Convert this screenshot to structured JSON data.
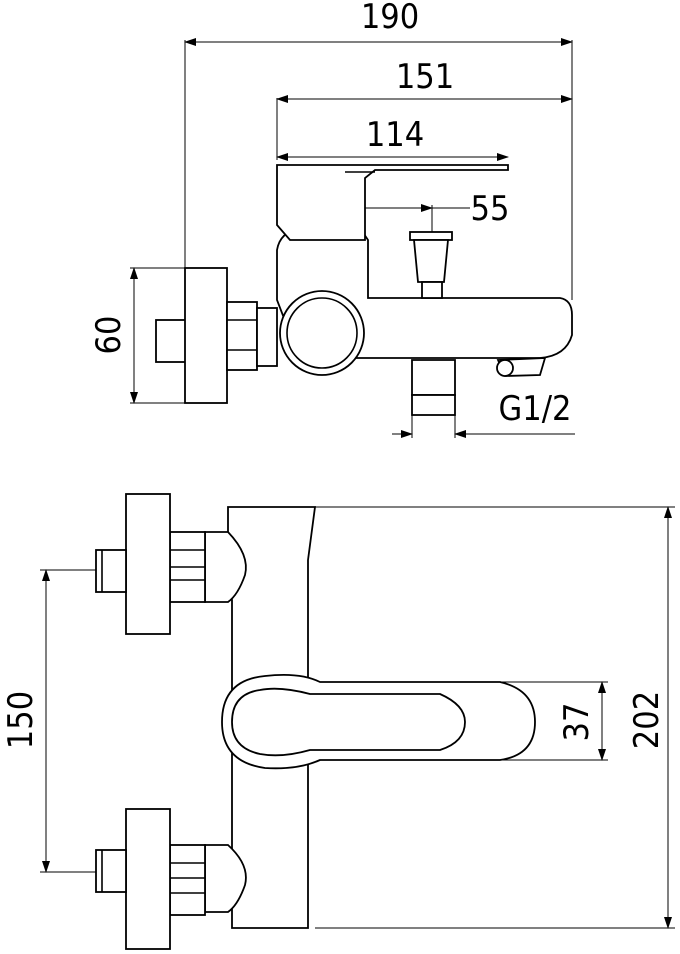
{
  "side_view": {
    "dim_overall_width": "190",
    "dim_spout_reach": "151",
    "dim_lever_length": "114",
    "dim_diverter_offset": "55",
    "dim_flange_height": "60",
    "dim_thread": "G1/2"
  },
  "front_view": {
    "dim_inlet_spacing": "150",
    "dim_lever_height": "37",
    "dim_body_height": "202"
  }
}
